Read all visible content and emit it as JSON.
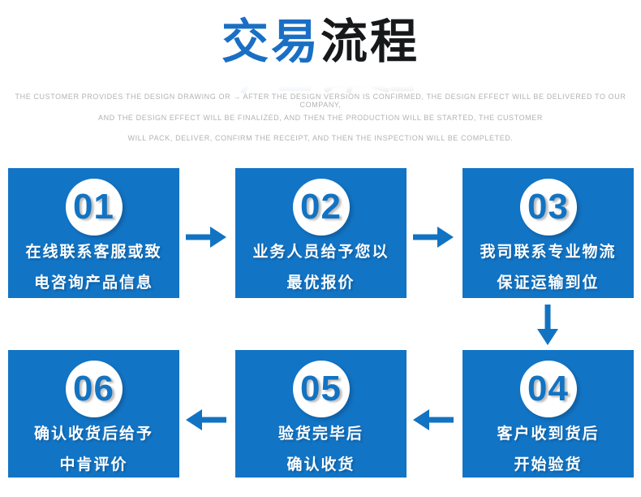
{
  "title": {
    "part_blue": "交易",
    "part_dark": "流程"
  },
  "description": {
    "line1": "THE CUSTOMER PROVIDES THE DESIGN DRAWING OR → AFTER THE DESIGN VERSION IS CONFIRMED, THE DESIGN EFFECT WILL BE DELIVERED TO OUR COMPANY,",
    "line2": "AND THE DESIGN EFFECT WILL BE FINALIZED, AND THEN THE PRODUCTION WILL BE STARTED, THE CUSTOMER",
    "line3": "WILL PACK, DELIVER, CONFIRM THE RECEIPT, AND THEN THE INSPECTION WILL BE COMPLETED."
  },
  "steps": [
    {
      "number": "01",
      "line1": "在线联系客服或致",
      "line2": "电咨询产品信息"
    },
    {
      "number": "02",
      "line1": "业务人员给予您以",
      "line2": "最优报价"
    },
    {
      "number": "03",
      "line1": "我司联系专业物流",
      "line2": "保证运输到位"
    },
    {
      "number": "04",
      "line1": "客户收到货后",
      "line2": "开始验货"
    },
    {
      "number": "05",
      "line1": "验货完毕后",
      "line2": "确认收货"
    },
    {
      "number": "06",
      "line1": "确认收货后给予",
      "line2": "中肯评价"
    }
  ],
  "icons": {
    "arrow_right": "→",
    "arrow_left": "←",
    "arrow_down": "↓"
  },
  "colors": {
    "box_blue": "#1274c5",
    "title_blue": "#1a6fc4",
    "title_dark": "#17181a",
    "arrow_blue": "#1273c2",
    "number_blue": "#1273c2",
    "desc_gray": "#b2b2b2",
    "background": "#ffffff"
  }
}
